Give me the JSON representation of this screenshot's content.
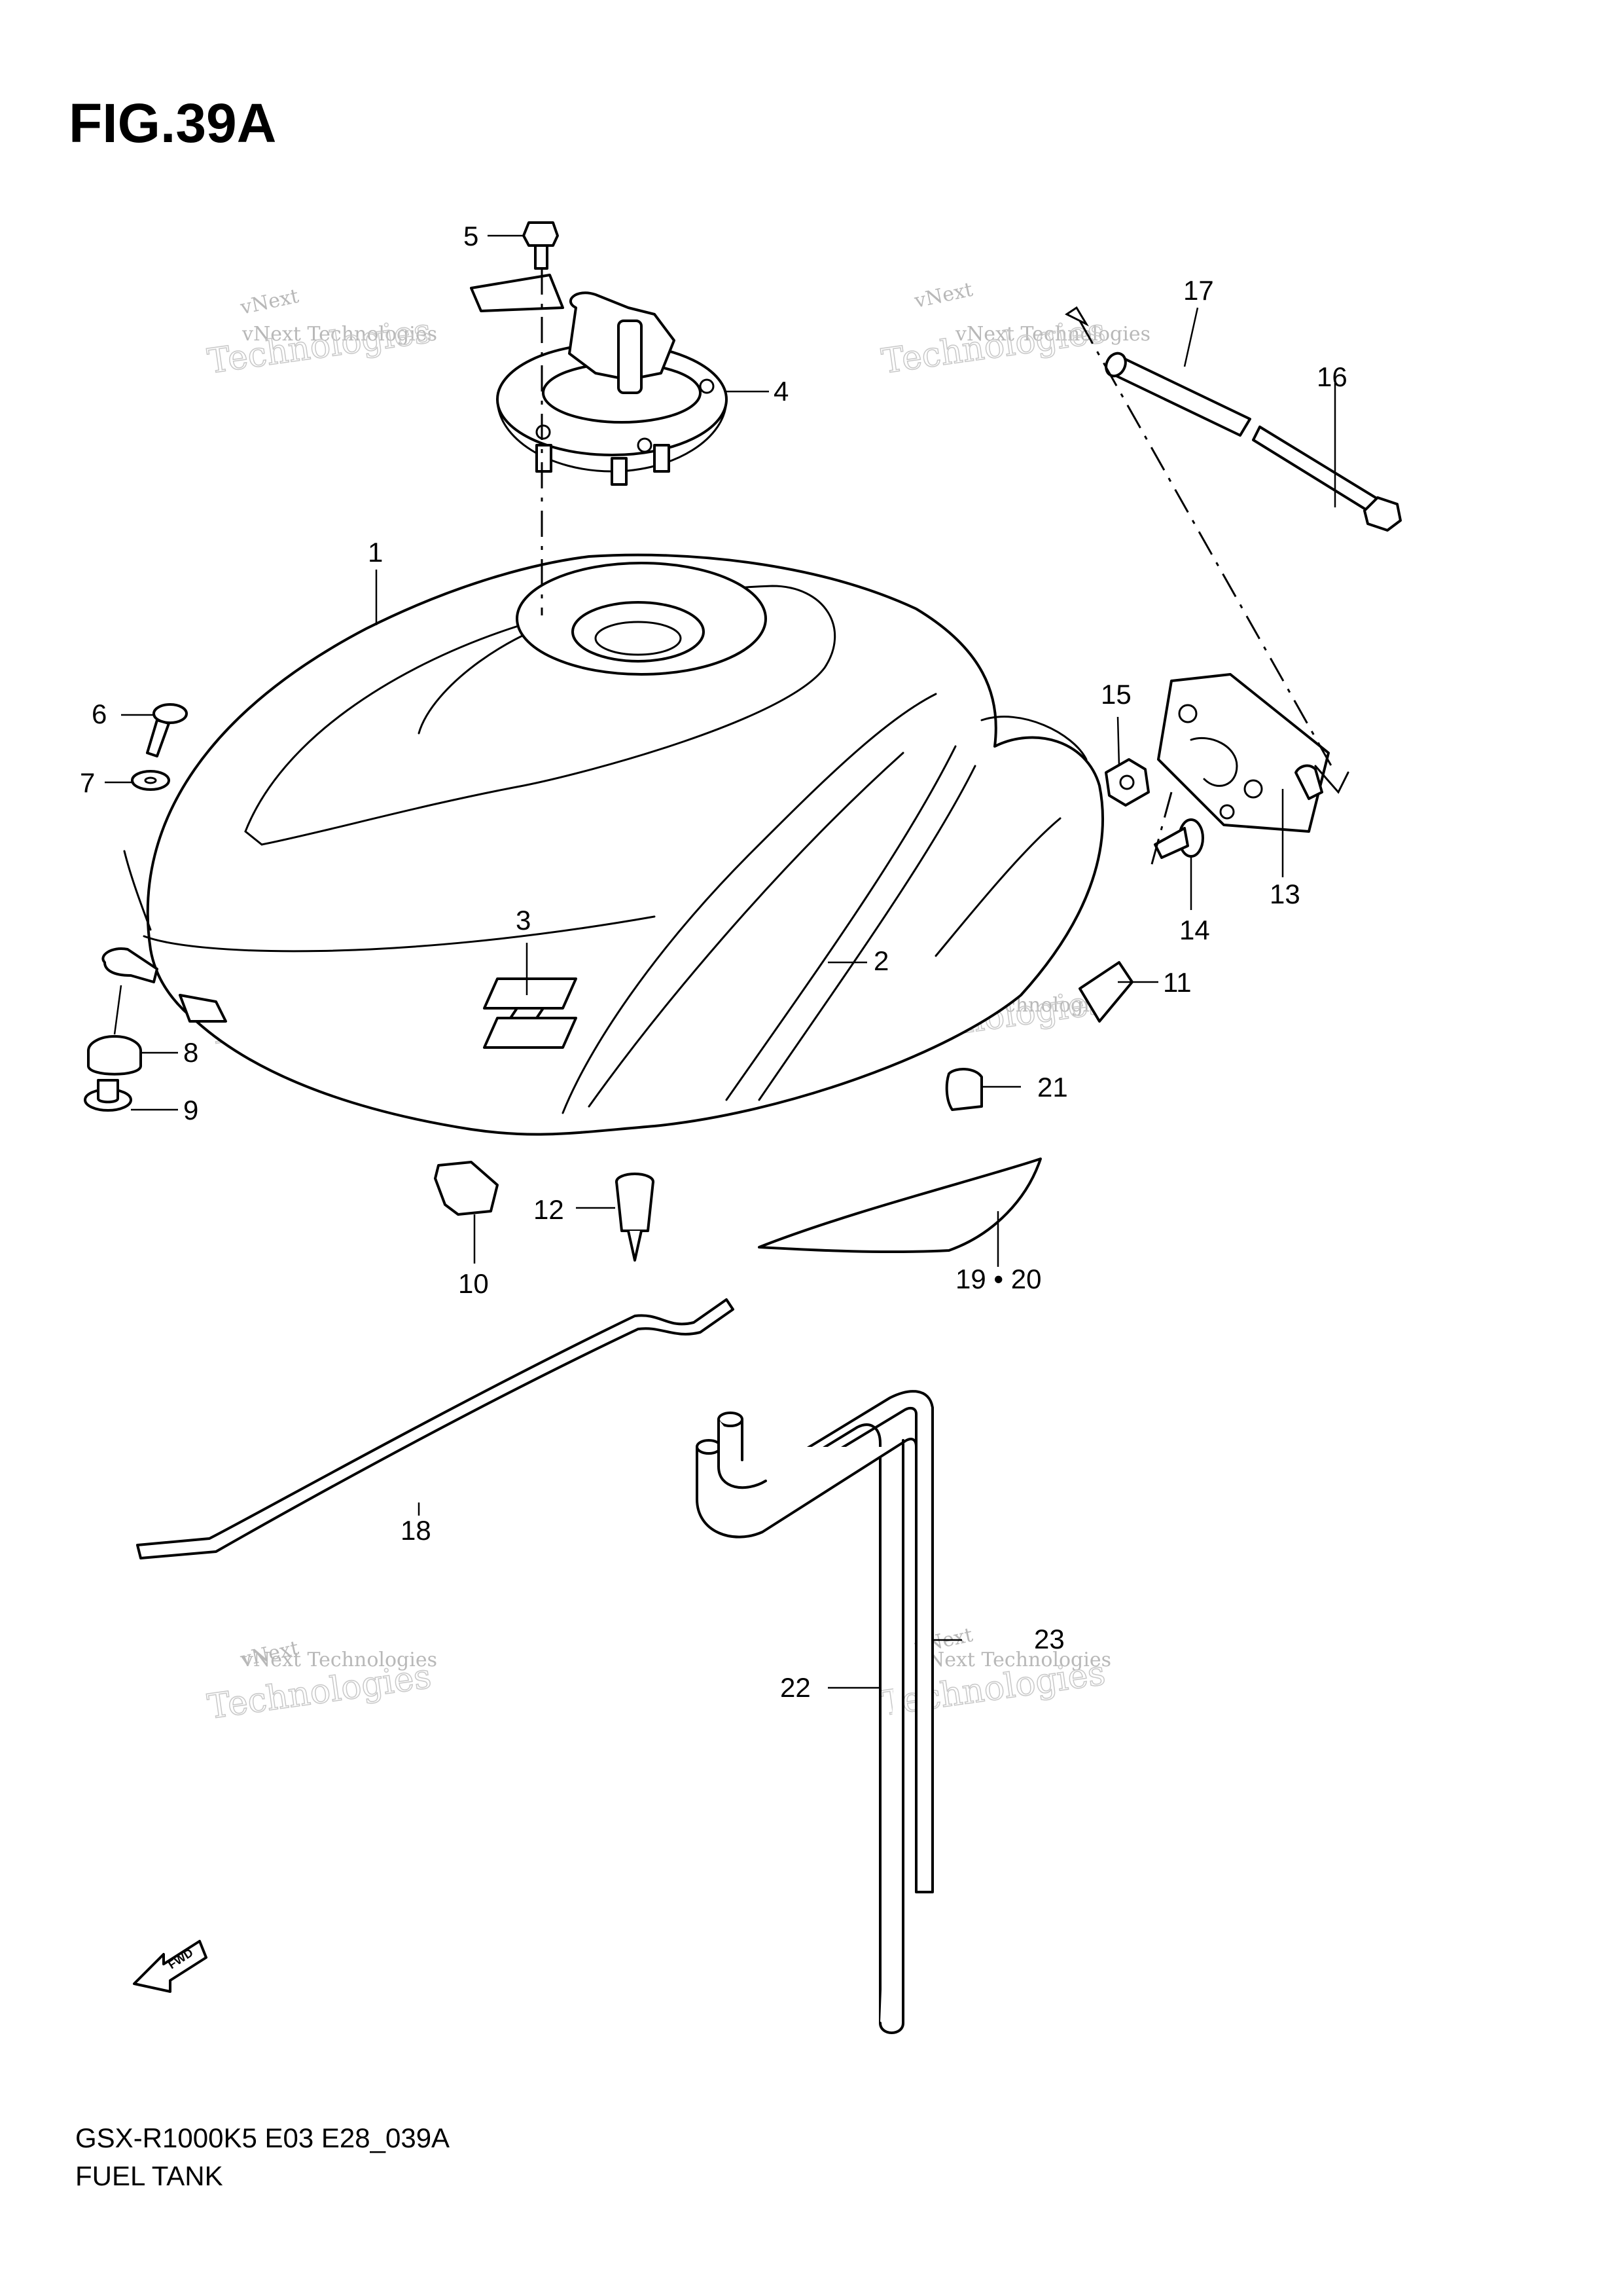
{
  "figure": {
    "title": "FIG.39A"
  },
  "footer": {
    "model_code": "GSX-R1000K5 E03 E28_039A",
    "caption": "FUEL TANK"
  },
  "watermark": {
    "small": "vNext Technologies",
    "big": "Technologies",
    "top": "vNext"
  },
  "fwd_label": "FWD",
  "callouts": [
    {
      "id": "c1",
      "label": "1"
    },
    {
      "id": "c2",
      "label": "2"
    },
    {
      "id": "c3",
      "label": "3"
    },
    {
      "id": "c4",
      "label": "4"
    },
    {
      "id": "c5",
      "label": "5"
    },
    {
      "id": "c6",
      "label": "6"
    },
    {
      "id": "c7",
      "label": "7"
    },
    {
      "id": "c8",
      "label": "8"
    },
    {
      "id": "c9",
      "label": "9"
    },
    {
      "id": "c10",
      "label": "10"
    },
    {
      "id": "c11",
      "label": "11"
    },
    {
      "id": "c12",
      "label": "12"
    },
    {
      "id": "c13",
      "label": "13"
    },
    {
      "id": "c14",
      "label": "14"
    },
    {
      "id": "c15",
      "label": "15"
    },
    {
      "id": "c16",
      "label": "16"
    },
    {
      "id": "c17",
      "label": "17"
    },
    {
      "id": "c18",
      "label": "18"
    },
    {
      "id": "c19",
      "label": "19 • 20"
    },
    {
      "id": "c21",
      "label": "21"
    },
    {
      "id": "c22",
      "label": "22"
    },
    {
      "id": "c23",
      "label": "23"
    }
  ]
}
